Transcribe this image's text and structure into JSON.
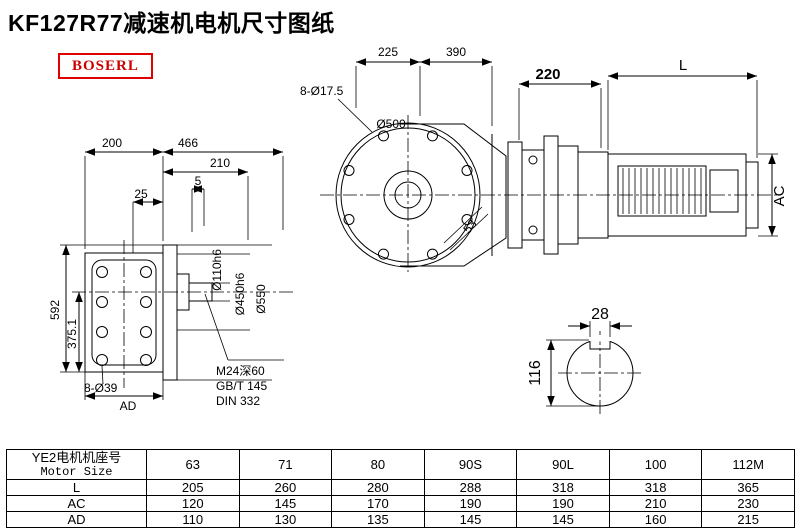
{
  "title": "KF127R77减速机电机尺寸图纸",
  "logo": "BOSERL",
  "front_view": {
    "dim_225": "225",
    "dim_390": "390",
    "bolt_holes": "8-Ø17.5",
    "d500": "Ø500",
    "dim_53": "53"
  },
  "motor": {
    "dim_220": "220",
    "dim_L": "L",
    "dim_AC": "AC"
  },
  "side_view": {
    "dim_200": "200",
    "dim_466": "466",
    "dim_210": "210",
    "dim_5": "5",
    "dim_25": "25",
    "dim_592": "592",
    "dim_375_1": "375.1",
    "bolt_holes": "8-Ø39",
    "dim_AD": "AD",
    "d110": "Ø110h6",
    "d450": "Ø450h6",
    "d550": "Ø550",
    "thread_note_1": "M24深60",
    "thread_note_2": "GB/T 145",
    "thread_note_3": "DIN 332"
  },
  "shaft_section": {
    "dim_28": "28",
    "dim_116": "116"
  },
  "table": {
    "header_cn": "YE2电机机座号",
    "header_en": "Motor Size",
    "columns": [
      "63",
      "71",
      "80",
      "90S",
      "90L",
      "100",
      "112M"
    ],
    "rows": [
      {
        "label": "L",
        "values": [
          "205",
          "260",
          "280",
          "288",
          "318",
          "318",
          "365"
        ]
      },
      {
        "label": "AC",
        "values": [
          "120",
          "145",
          "170",
          "190",
          "190",
          "210",
          "230"
        ]
      },
      {
        "label": "AD",
        "values": [
          "110",
          "130",
          "135",
          "145",
          "145",
          "160",
          "215"
        ]
      }
    ]
  }
}
